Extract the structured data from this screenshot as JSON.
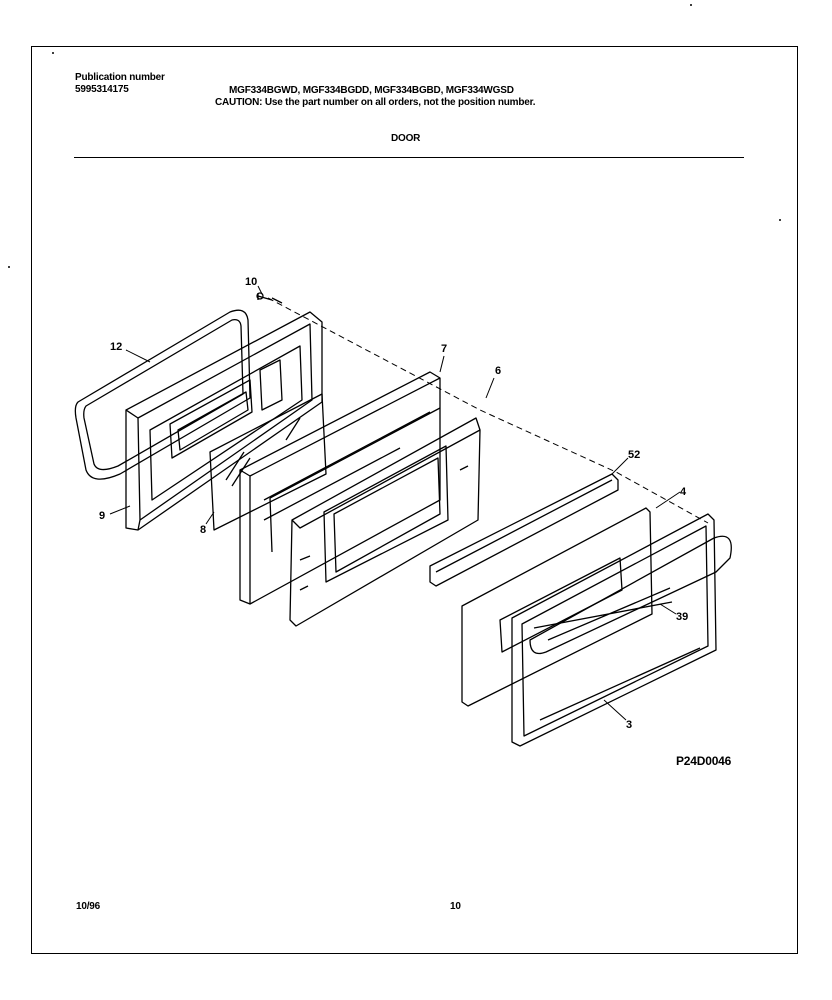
{
  "header": {
    "pub_label": "Publication number",
    "pub_number": "5995314175",
    "models": "MGF334BGWD, MGF334BGDD, MGF334BGBD, MGF334WGSD",
    "caution": "CAUTION:  Use the part number on all orders, not the position number.",
    "section_title": "DOOR"
  },
  "diagram": {
    "figure_code": "P24D0046",
    "callouts": {
      "c10": "10",
      "c12": "12",
      "c9": "9",
      "c8": "8",
      "c7": "7",
      "c6": "6",
      "c52": "52",
      "c4": "4",
      "c39": "39",
      "c3": "3"
    }
  },
  "footer": {
    "date": "10/96",
    "page": "10"
  }
}
